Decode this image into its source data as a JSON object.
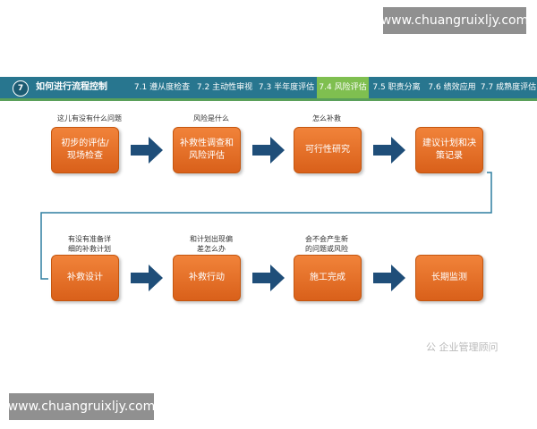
{
  "watermark": {
    "top": "www.chuangruixljy.com",
    "bottom": "www.chuangruixljy.com"
  },
  "header": {
    "number": "7",
    "title": "如何进行流程控制",
    "tabs": [
      {
        "label": "7.1 遵从度检查",
        "active": false
      },
      {
        "label": "7.2 主动性审视",
        "active": false
      },
      {
        "label": "7.3 半年度评估",
        "active": false
      },
      {
        "label": "7.4 风险评估",
        "active": true
      },
      {
        "label": "7.5 职责分离",
        "active": false
      },
      {
        "label": "7.6 绩效应用",
        "active": false
      },
      {
        "label": "7.7 成熟度评估",
        "active": false
      }
    ]
  },
  "row1": {
    "notes": [
      "这儿有没有什么问题",
      "风险是什么",
      "怎么补救",
      ""
    ],
    "boxes": [
      "初步的评估/\n现场检查",
      "补救性调查和\n风险评估",
      "可行性研究",
      "建议计划和决\n策记录"
    ]
  },
  "row2": {
    "notes": [
      "有没有准备详\n细的补救计划",
      "和计划出现偏\n差怎么办",
      "会不会产生新\n的问题或风险",
      ""
    ],
    "boxes": [
      "补救设计",
      "补救行动",
      "施工完成",
      "长期监测"
    ]
  },
  "colors": {
    "header": "#28768f",
    "active_tab": "#7fbf50",
    "box": "#e36d28",
    "arrow": "#1f4e79"
  },
  "corner_mark": "公 企业管理顾问"
}
